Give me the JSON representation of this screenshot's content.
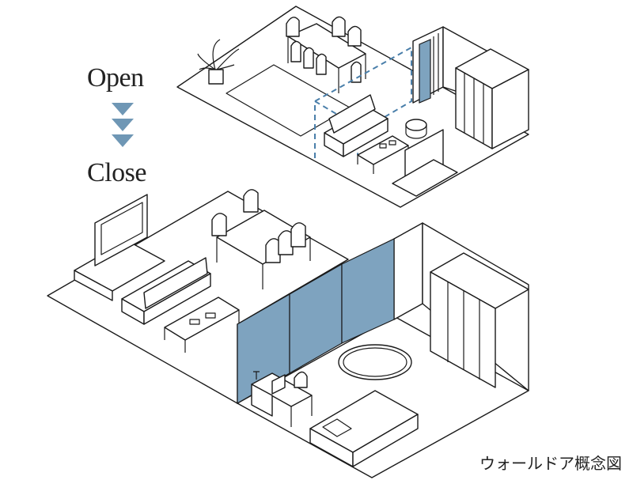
{
  "labels": {
    "open": "Open",
    "close": "Close",
    "caption": "ウォールドア概念図"
  },
  "colors": {
    "door": "#7ea3bf",
    "arrow": "#6f97b5",
    "dashed_outline": "#4a7faa",
    "line": "#1a1a1a"
  },
  "arrows": {
    "count": 3,
    "direction": "down"
  }
}
